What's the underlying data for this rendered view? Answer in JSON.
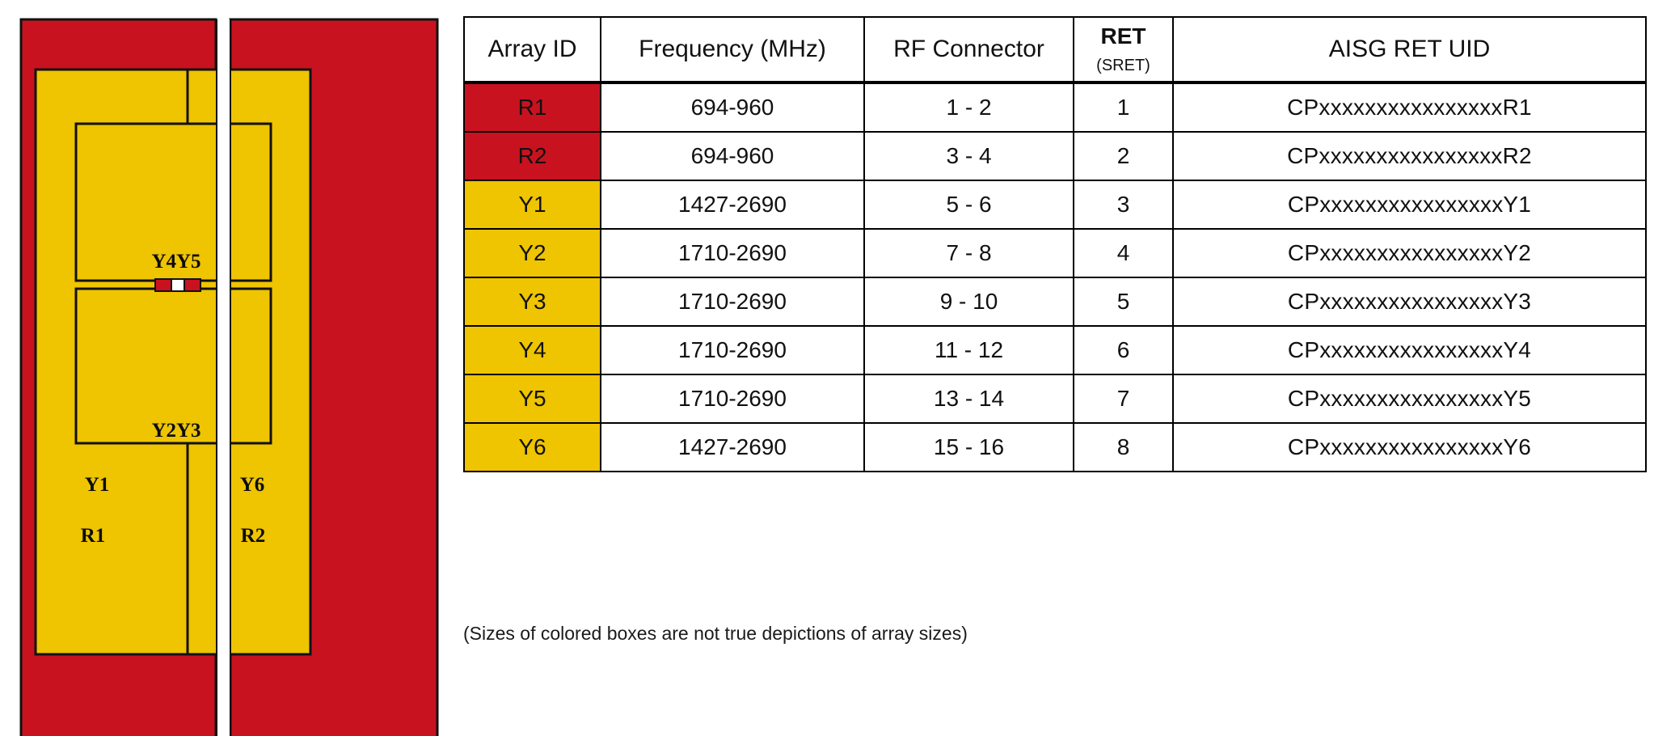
{
  "diagram": {
    "title": "antenna-array-layout",
    "colors": {
      "red": "#c9121f",
      "yellow": "#efc400",
      "outline": "#111111",
      "background": "#ffffff"
    },
    "labels": {
      "top_center": "Y4Y5",
      "mid_center": "Y2Y3",
      "left_lower": "Y1",
      "right_lower": "Y6",
      "left_bottom": "R1",
      "right_bottom": "R2"
    }
  },
  "table": {
    "headers": {
      "array_id": "Array ID",
      "frequency": "Frequency (MHz)",
      "rf_connector": "RF Connector",
      "ret_main": "RET",
      "ret_sub": "(SRET)",
      "aisg_ret_uid": "AISG RET UID"
    },
    "rows": [
      {
        "array_id": "R1",
        "color": "red",
        "frequency": "694-960",
        "rf_connector": "1 - 2",
        "ret": "1",
        "uid": "CPxxxxxxxxxxxxxxxxR1"
      },
      {
        "array_id": "R2",
        "color": "red",
        "frequency": "694-960",
        "rf_connector": "3 - 4",
        "ret": "2",
        "uid": "CPxxxxxxxxxxxxxxxxR2"
      },
      {
        "array_id": "Y1",
        "color": "yellow",
        "frequency": "1427-2690",
        "rf_connector": "5 - 6",
        "ret": "3",
        "uid": "CPxxxxxxxxxxxxxxxxY1"
      },
      {
        "array_id": "Y2",
        "color": "yellow",
        "frequency": "1710-2690",
        "rf_connector": "7 - 8",
        "ret": "4",
        "uid": "CPxxxxxxxxxxxxxxxxY2"
      },
      {
        "array_id": "Y3",
        "color": "yellow",
        "frequency": "1710-2690",
        "rf_connector": "9 - 10",
        "ret": "5",
        "uid": "CPxxxxxxxxxxxxxxxxY3"
      },
      {
        "array_id": "Y4",
        "color": "yellow",
        "frequency": "1710-2690",
        "rf_connector": "11 - 12",
        "ret": "6",
        "uid": "CPxxxxxxxxxxxxxxxxY4"
      },
      {
        "array_id": "Y5",
        "color": "yellow",
        "frequency": "1710-2690",
        "rf_connector": "13 - 14",
        "ret": "7",
        "uid": "CPxxxxxxxxxxxxxxxxY5"
      },
      {
        "array_id": "Y6",
        "color": "yellow",
        "frequency": "1427-2690",
        "rf_connector": "15 - 16",
        "ret": "8",
        "uid": "CPxxxxxxxxxxxxxxxxY6"
      }
    ]
  },
  "footnote": "(Sizes of colored boxes are not true depictions of array sizes)"
}
